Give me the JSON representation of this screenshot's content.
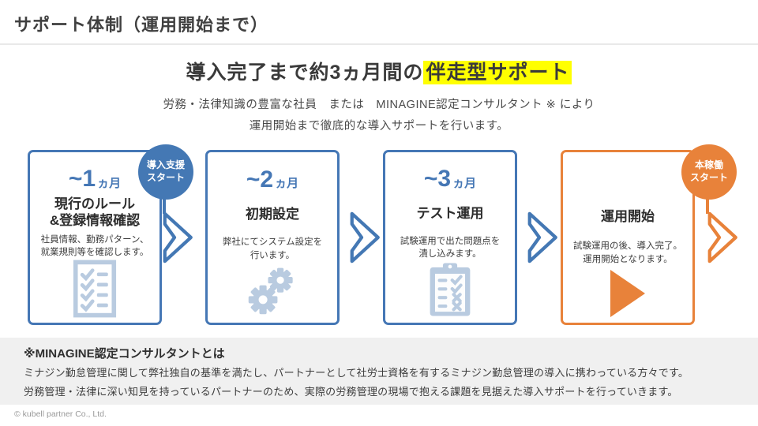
{
  "page": {
    "title": "サポート体制（運用開始まで）",
    "copyright": "© kubell partner Co., Ltd."
  },
  "hero": {
    "heading_prefix": "導入完了まで約3ヵ月間の",
    "heading_highlight": "伴走型サポート",
    "subtitle_line1": "労務・法律知識の豊富な社員　または　MINAGINE認定コンサルタント ※ により",
    "subtitle_line2": "運用開始まで徹底的な導入サポートを行います。"
  },
  "timeline": {
    "badges": [
      {
        "label": "導入支援\nスタート",
        "color": "#4478b4"
      },
      {
        "label": "本稼働\nスタート",
        "color": "#e8823a"
      }
    ],
    "steps": [
      {
        "month": "~1",
        "month_unit": "ヵ月",
        "title": "現行のルール\n&登録情報確認",
        "description": "社員情報、勤務パターン、\n就業規則等を確認します。",
        "icon": "checklist-icon"
      },
      {
        "month": "~2",
        "month_unit": "ヵ月",
        "title": "初期設定",
        "description": "弊社にてシステム設定を\n行います。",
        "icon": "gears-icon"
      },
      {
        "month": "~3",
        "month_unit": "ヵ月",
        "title": "テスト運用",
        "description": "試験運用で出た問題点を\n潰し込みます。",
        "icon": "clipboard-icon"
      },
      {
        "month": "",
        "month_unit": "",
        "title": "運用開始",
        "description": "試験運用の後、導入完了。\n運用開始となります。",
        "icon": "play-icon"
      }
    ]
  },
  "note": {
    "heading": "※MINAGINE認定コンサルタントとは",
    "line1": "ミナジン勤怠管理に関して弊社独自の基準を満たし、パートナーとして社労士資格を有するミナジン勤怠管理の導入に携わっている方々です。",
    "line2": "労務管理・法律に深い知見を持っているパートナーのため、実際の労務管理の現場で抱える課題を見据えた導入サポートを行っていきます。"
  },
  "colors": {
    "blue": "#4577b5",
    "badge_blue": "#4478b4",
    "orange": "#e8823a",
    "icon_blue": "#b9cbe0",
    "highlight_yellow": "#ffff00",
    "note_background": "#f0f0f0"
  }
}
